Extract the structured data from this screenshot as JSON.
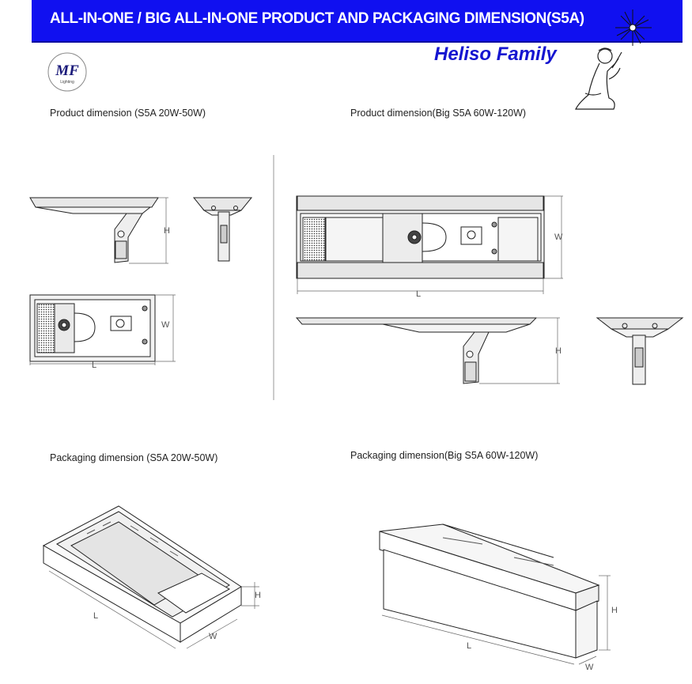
{
  "header": {
    "title": "ALL-IN-ONE / BIG ALL-IN-ONE PRODUCT AND PACKAGING DIMENSION(S5A)"
  },
  "family": "Heliso Family",
  "logo": {
    "letters": "MF",
    "sub": "Lighting"
  },
  "sections": {
    "product_small": "Product dimension (S5A 20W-50W)",
    "product_big": "Product dimension(Big S5A 60W-120W)",
    "pack_small": "Packaging dimension (S5A 20W-50W)",
    "pack_big": "Packaging dimension(Big S5A 60W-120W)"
  },
  "dims": {
    "H": "H",
    "W": "W",
    "L": "L"
  },
  "icons": [
    "mf-logo-icon",
    "praying-figure-icon",
    "sparkle-icon"
  ]
}
